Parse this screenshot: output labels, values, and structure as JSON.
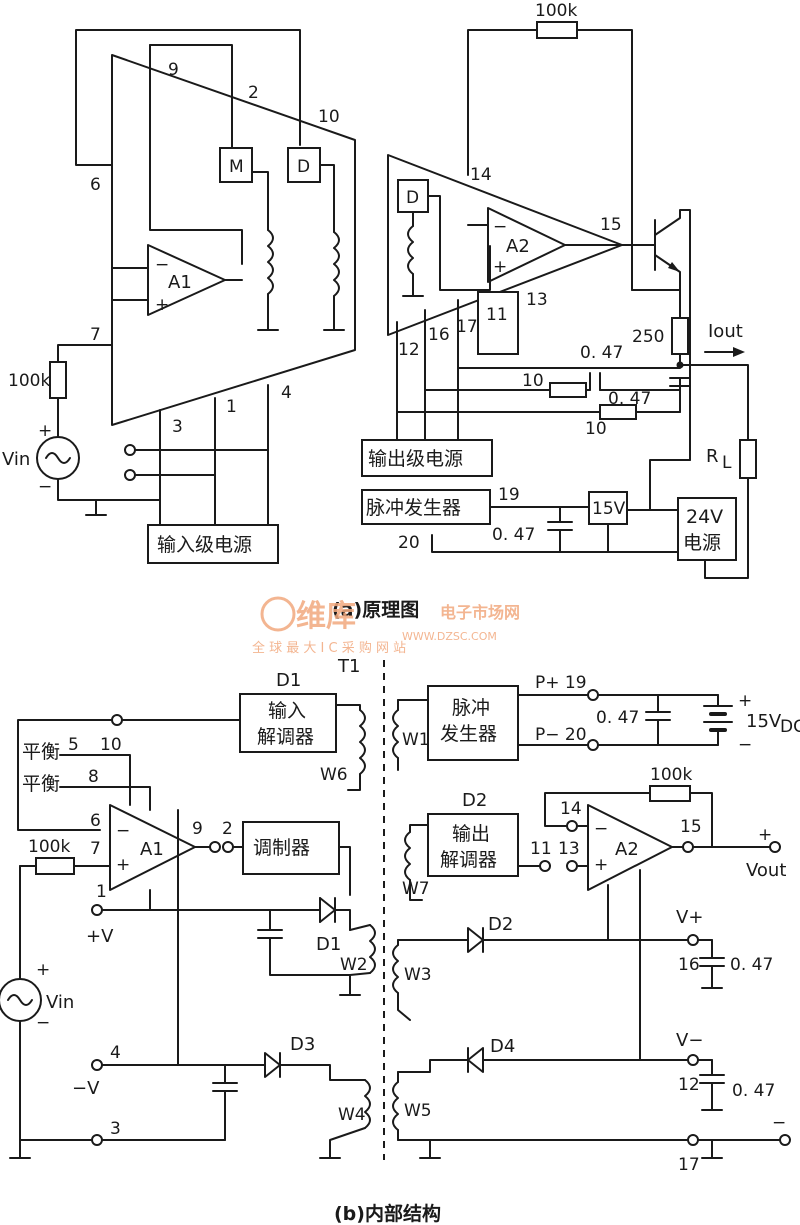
{
  "diagram_a": {
    "caption": "(a)原理图",
    "amp1": "A1",
    "amp2": "A2",
    "block_M": "M",
    "block_D_left": "D",
    "block_D_right": "D",
    "pins_left": [
      "9",
      "2",
      "10",
      "6",
      "7",
      "3",
      "1",
      "4"
    ],
    "pins_right": [
      "14",
      "15",
      "13",
      "12",
      "16",
      "17",
      "11",
      "19",
      "20"
    ],
    "res_feedback": "100k",
    "res_in": "100k",
    "res_250": "250",
    "res_10a": "10",
    "res_10b": "10",
    "cap_047a": "0. 47",
    "cap_047b": "0. 47",
    "cap_047c": "0. 47",
    "source": "Vin",
    "iout": "Iout",
    "load": "R",
    "load_sub": "L",
    "box_in_power": "输入级电源",
    "box_out_power": "输出级电源",
    "box_pulse": "脉冲发生器",
    "box_15v": "15V",
    "box_24v_1": "24V",
    "box_24v_2": "电源",
    "plus": "+",
    "minus": "−"
  },
  "watermark": {
    "brand": "维库",
    "brand_suffix": "电子市场网",
    "url": "WWW.DZSC.COM",
    "slogan": "全 球 最 大 I C 采 购 网 站"
  },
  "diagram_b": {
    "caption": "(b)内部结构",
    "t1": "T1",
    "d1": "D1",
    "d2": "D2",
    "d3": "D3",
    "d4": "D4",
    "d1_diode": "D1",
    "d2_diode": "D2",
    "box_in_demod_1": "输入",
    "box_in_demod_2": "解调器",
    "box_modulator": "调制器",
    "box_pulse_1": "脉冲",
    "box_pulse_2": "发生器",
    "box_out_demod_1": "输出",
    "box_out_demod_2": "解调器",
    "balance1": "平衡",
    "balance2": "平衡",
    "amp1": "A1",
    "amp2": "A2",
    "res_in": "100k",
    "res_fb": "100k",
    "vin": "Vin",
    "plus_v": "+V",
    "minus_v": "−V",
    "windings": [
      "W1",
      "W2",
      "W3",
      "W4",
      "W5",
      "W6",
      "W7"
    ],
    "pins": [
      "5",
      "10",
      "8",
      "6",
      "7",
      "1",
      "9",
      "2",
      "4",
      "3",
      "19",
      "20",
      "14",
      "15",
      "11",
      "13",
      "16",
      "12",
      "17"
    ],
    "p_plus": "P+ 19",
    "p_minus": "P− 20",
    "cap_047a": "0. 47",
    "cap_047b": "0. 47",
    "cap_047c": "0. 47",
    "supply": "15V",
    "supply_sub": "DC",
    "v_plus": "V+",
    "v_minus": "V−",
    "vout": "Vout",
    "plus": "+",
    "minus": "−"
  }
}
